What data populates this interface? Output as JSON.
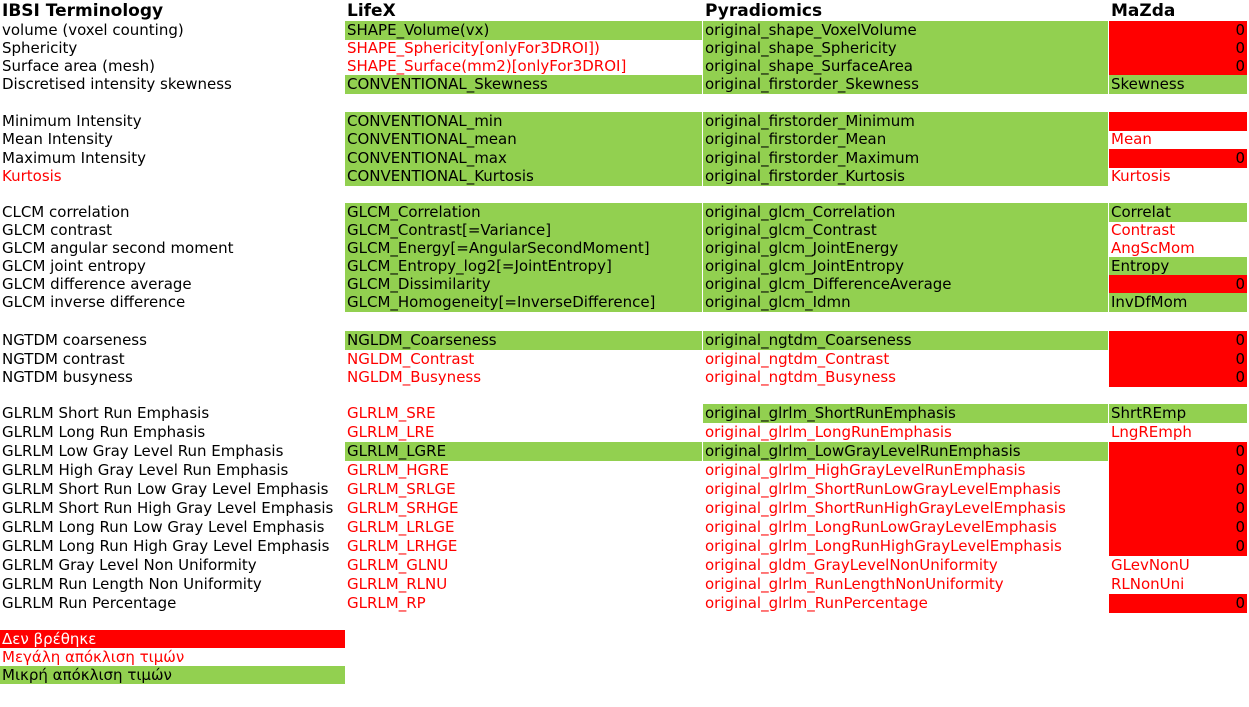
{
  "headers": [
    "IBSI Terminology",
    "LifeX",
    "Pyradiomics",
    "MaZda"
  ],
  "rows": [
    {
      "ibsi": "volume (voxel counting)",
      "ibsi_s": "n",
      "lifex": "SHAPE_Volume(vx)",
      "lifex_s": "g",
      "pyrad": "original_shape_VoxelVolume",
      "pyrad_s": "g",
      "mazda": "0",
      "mazda_s": "x"
    },
    {
      "ibsi": "Sphericity",
      "ibsi_s": "n",
      "lifex": "SHAPE_Sphericity[onlyFor3DROI])",
      "lifex_s": "r",
      "pyrad": "original_shape_Sphericity",
      "pyrad_s": "g",
      "mazda": "0",
      "mazda_s": "x"
    },
    {
      "ibsi": "Surface area (mesh)",
      "ibsi_s": "n",
      "lifex": "SHAPE_Surface(mm2)[onlyFor3DROI]",
      "lifex_s": "r",
      "pyrad": "original_shape_SurfaceArea",
      "pyrad_s": "g",
      "mazda": "0",
      "mazda_s": "x"
    },
    {
      "ibsi": "Discretised intensity skewness",
      "ibsi_s": "n",
      "lifex": "CONVENTIONAL_Skewness",
      "lifex_s": "g",
      "pyrad": "original_firstorder_Skewness",
      "pyrad_s": "g",
      "mazda": "Skewness",
      "mazda_s": "g"
    },
    {
      "ibsi": "Minimum Intensity",
      "ibsi_s": "n",
      "lifex": "CONVENTIONAL_min",
      "lifex_s": "g",
      "pyrad": "original_firstorder_Minimum",
      "pyrad_s": "g",
      "mazda": "",
      "mazda_s": "x"
    },
    {
      "ibsi": "Mean Intensity",
      "ibsi_s": "n",
      "lifex": "CONVENTIONAL_mean",
      "lifex_s": "g",
      "pyrad": "original_firstorder_Mean",
      "pyrad_s": "g",
      "mazda": "Mean",
      "mazda_s": "r"
    },
    {
      "ibsi": "Maximum Intensity",
      "ibsi_s": "n",
      "lifex": "CONVENTIONAL_max",
      "lifex_s": "g",
      "pyrad": "original_firstorder_Maximum",
      "pyrad_s": "g",
      "mazda": "0",
      "mazda_s": "x"
    },
    {
      "ibsi": "Kurtosis",
      "ibsi_s": "r",
      "lifex": "CONVENTIONAL_Kurtosis",
      "lifex_s": "g",
      "pyrad": "original_firstorder_Kurtosis",
      "pyrad_s": "g",
      "mazda": "Kurtosis",
      "mazda_s": "r"
    },
    {
      "ibsi": "CLCM correlation",
      "ibsi_s": "n",
      "lifex": "GLCM_Correlation",
      "lifex_s": "g",
      "pyrad": "original_glcm_Correlation",
      "pyrad_s": "g",
      "mazda": "Correlat",
      "mazda_s": "g"
    },
    {
      "ibsi": "GLCM contrast",
      "ibsi_s": "n",
      "lifex": "GLCM_Contrast[=Variance]",
      "lifex_s": "g",
      "pyrad": "original_glcm_Contrast",
      "pyrad_s": "g",
      "mazda": "Contrast",
      "mazda_s": "r"
    },
    {
      "ibsi": "GLCM angular second moment",
      "ibsi_s": "n",
      "lifex": "GLCM_Energy[=AngularSecondMoment]",
      "lifex_s": "g",
      "pyrad": "original_glcm_JointEnergy",
      "pyrad_s": "g",
      "mazda": "AngScMom",
      "mazda_s": "r"
    },
    {
      "ibsi": "GLCM joint entropy",
      "ibsi_s": "n",
      "lifex": "GLCM_Entropy_log2[=JointEntropy]",
      "lifex_s": "g",
      "pyrad": "original_glcm_JointEntropy",
      "pyrad_s": "g",
      "mazda": "Entropy",
      "mazda_s": "g"
    },
    {
      "ibsi": "GLCM difference average",
      "ibsi_s": "n",
      "lifex": "GLCM_Dissimilarity",
      "lifex_s": "g",
      "pyrad": "original_glcm_DifferenceAverage",
      "pyrad_s": "g",
      "mazda": "0",
      "mazda_s": "x"
    },
    {
      "ibsi": "GLCM inverse difference",
      "ibsi_s": "n",
      "lifex": "GLCM_Homogeneity[=InverseDifference]",
      "lifex_s": "g",
      "pyrad": "original_glcm_Idmn",
      "pyrad_s": "g",
      "mazda": "InvDfMom",
      "mazda_s": "g"
    },
    {
      "ibsi": "NGTDM coarseness",
      "ibsi_s": "n",
      "lifex": "NGLDM_Coarseness",
      "lifex_s": "g",
      "pyrad": "original_ngtdm_Coarseness",
      "pyrad_s": "g",
      "mazda": "0",
      "mazda_s": "x"
    },
    {
      "ibsi": "NGTDM contrast",
      "ibsi_s": "n",
      "lifex": "NGLDM_Contrast",
      "lifex_s": "r",
      "pyrad": "original_ngtdm_Contrast",
      "pyrad_s": "r",
      "mazda": "0",
      "mazda_s": "x"
    },
    {
      "ibsi": "NGTDM busyness",
      "ibsi_s": "n",
      "lifex": "NGLDM_Busyness",
      "lifex_s": "r",
      "pyrad": "original_ngtdm_Busyness",
      "pyrad_s": "r",
      "mazda": "0",
      "mazda_s": "x"
    },
    {
      "ibsi": "GLRLM Short Run Emphasis",
      "ibsi_s": "n",
      "lifex": "GLRLM_SRE",
      "lifex_s": "r",
      "pyrad": "original_glrlm_ShortRunEmphasis",
      "pyrad_s": "g",
      "mazda": "ShrtREmp",
      "mazda_s": "g"
    },
    {
      "ibsi": "GLRLM Long Run Emphasis",
      "ibsi_s": "n",
      "lifex": "GLRLM_LRE",
      "lifex_s": "r",
      "pyrad": "original_glrlm_LongRunEmphasis",
      "pyrad_s": "r",
      "mazda": "LngREmph",
      "mazda_s": "r"
    },
    {
      "ibsi": "GLRLM Low Gray Level Run Emphasis",
      "ibsi_s": "n",
      "lifex": "GLRLM_LGRE",
      "lifex_s": "g",
      "pyrad": "original_glrlm_LowGrayLevelRunEmphasis",
      "pyrad_s": "g",
      "mazda": "0",
      "mazda_s": "x"
    },
    {
      "ibsi": "GLRLM High Gray Level Run Emphasis",
      "ibsi_s": "n",
      "lifex": "GLRLM_HGRE",
      "lifex_s": "r",
      "pyrad": "original_glrlm_HighGrayLevelRunEmphasis",
      "pyrad_s": "r",
      "mazda": "0",
      "mazda_s": "x"
    },
    {
      "ibsi": "GLRLM Short Run Low Gray Level Emphasis",
      "ibsi_s": "n",
      "lifex": "GLRLM_SRLGE",
      "lifex_s": "r",
      "pyrad": "original_glrlm_ShortRunLowGrayLevelEmphasis",
      "pyrad_s": "r",
      "mazda": "0",
      "mazda_s": "x"
    },
    {
      "ibsi": "GLRLM Short Run High Gray Level Emphasis",
      "ibsi_s": "n",
      "lifex": "GLRLM_SRHGE",
      "lifex_s": "r",
      "pyrad": "original_glrlm_ShortRunHighGrayLevelEmphasis",
      "pyrad_s": "r",
      "mazda": "0",
      "mazda_s": "x"
    },
    {
      "ibsi": "GLRLM Long Run Low Gray Level Emphasis",
      "ibsi_s": "n",
      "lifex": "GLRLM_LRLGE",
      "lifex_s": "r",
      "pyrad": "original_glrlm_LongRunLowGrayLevelEmphasis",
      "pyrad_s": "r",
      "mazda": "0",
      "mazda_s": "x"
    },
    {
      "ibsi": "GLRLM Long Run High Gray Level Emphasis",
      "ibsi_s": "n",
      "lifex": "GLRLM_LRHGE",
      "lifex_s": "r",
      "pyrad": "original_glrlm_LongRunHighGrayLevelEmphasis",
      "pyrad_s": "r",
      "mazda": "0",
      "mazda_s": "x"
    },
    {
      "ibsi": "GLRLM Gray Level Non Uniformity",
      "ibsi_s": "n",
      "lifex": "GLRLM_GLNU",
      "lifex_s": "r",
      "pyrad": "original_gldm_GrayLevelNonUniformity",
      "pyrad_s": "r",
      "mazda": "GLevNonU",
      "mazda_s": "r"
    },
    {
      "ibsi": "GLRLM Run Length Non Uniformity",
      "ibsi_s": "n",
      "lifex": "GLRLM_RLNU",
      "lifex_s": "r",
      "pyrad": "original_glrlm_RunLengthNonUniformity",
      "pyrad_s": "r",
      "mazda": "RLNonUni",
      "mazda_s": "r"
    },
    {
      "ibsi": "GLRLM Run Percentage",
      "ibsi_s": "n",
      "lifex": "GLRLM_RP",
      "lifex_s": "r",
      "pyrad": "original_glrlm_RunPercentage",
      "pyrad_s": "r",
      "mazda": "0",
      "mazda_s": "x"
    }
  ],
  "legend": [
    {
      "label": "Δεν βρέθηκε",
      "style": "lg-red"
    },
    {
      "label": "Μεγάλη απόκλιση τιμών",
      "style": "lg-rtext"
    },
    {
      "label": "Μικρή απόκλιση τιμών",
      "style": "lg-green"
    }
  ],
  "colors": {
    "match_green": "#92d050",
    "not_found_red": "#ff0000",
    "deviation_text_red": "#ff0000"
  }
}
